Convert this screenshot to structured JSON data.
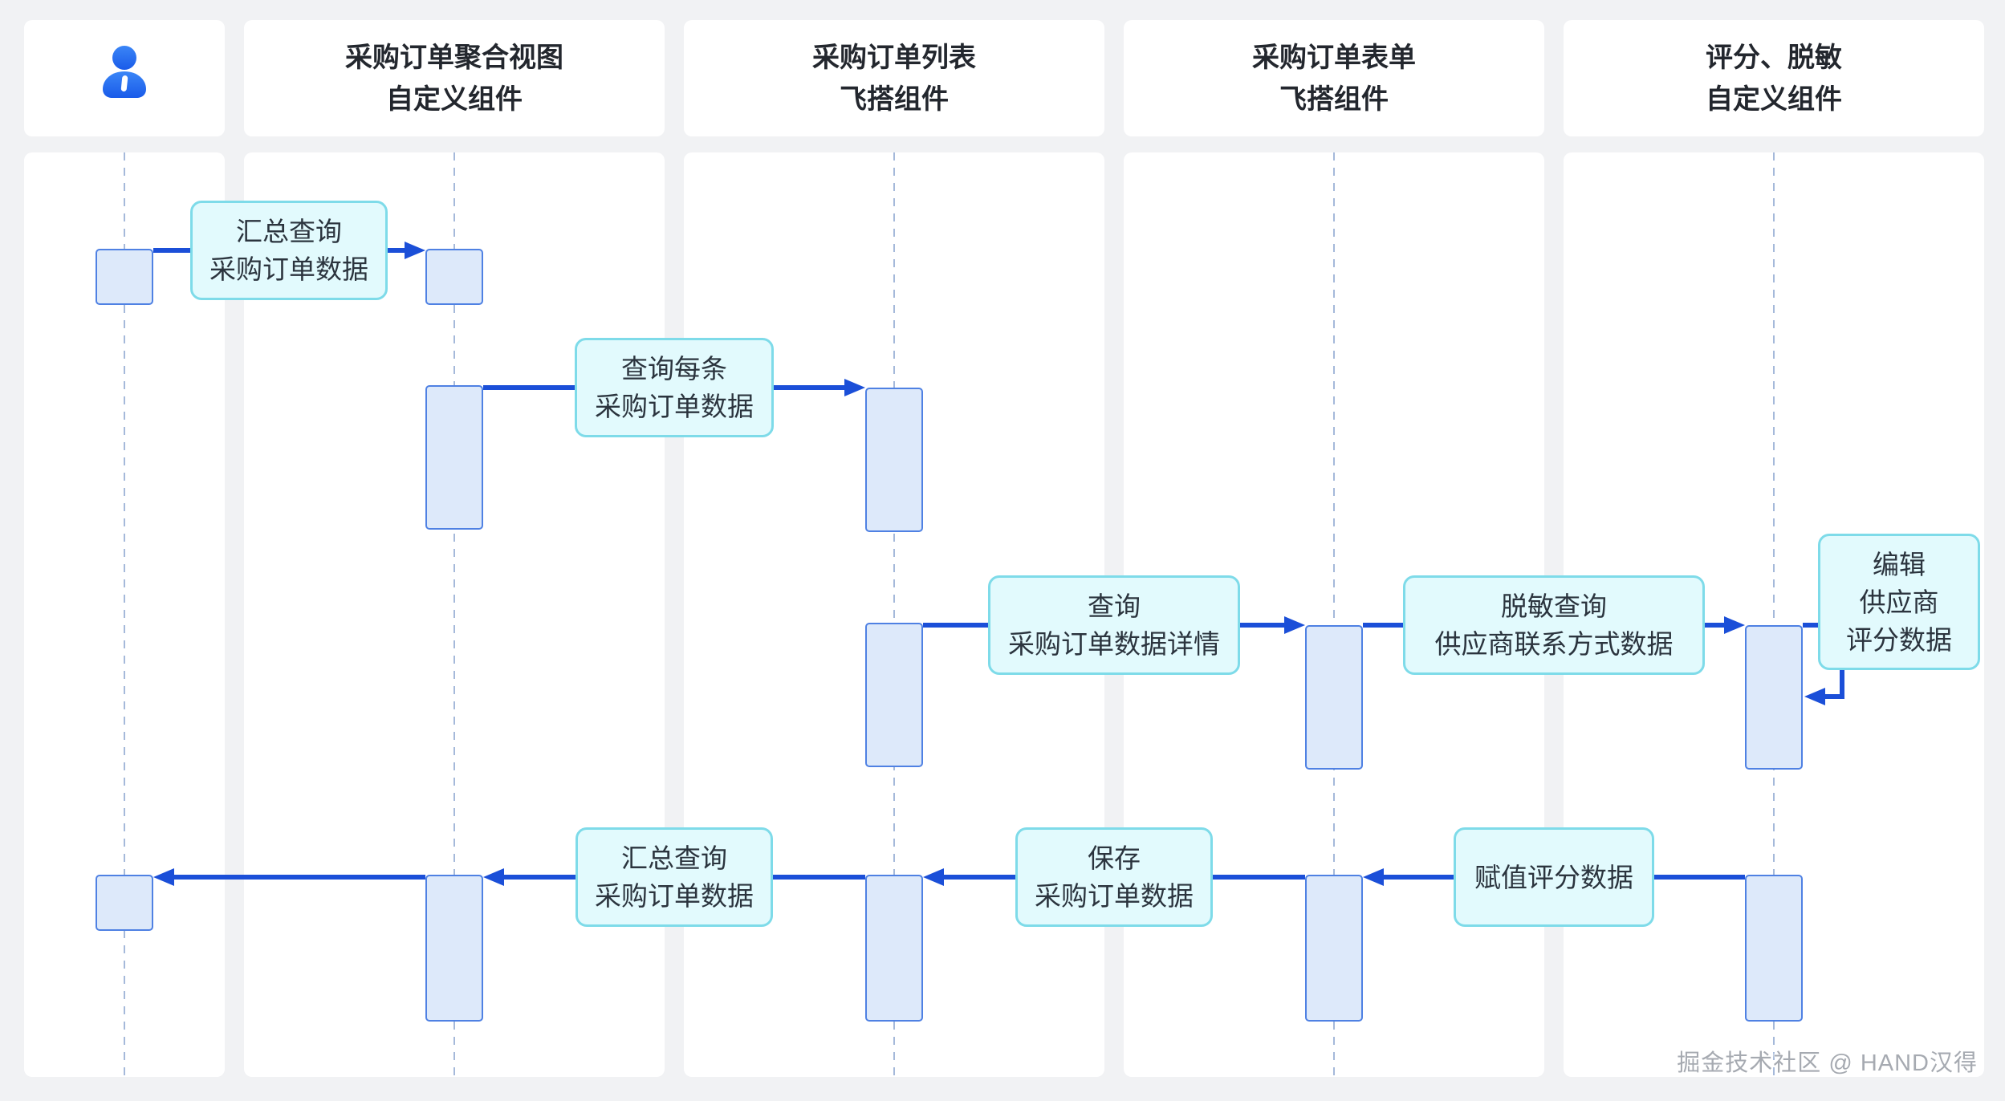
{
  "diagram": {
    "type": "sequence",
    "participants": [
      {
        "id": "user",
        "icon": "user-icon",
        "line1": "",
        "line2": ""
      },
      {
        "id": "po-aggregate-view",
        "line1": "采购订单聚合视图",
        "line2": "自定义组件"
      },
      {
        "id": "po-list",
        "line1": "采购订单列表",
        "line2": "飞搭组件"
      },
      {
        "id": "po-form",
        "line1": "采购订单表单",
        "line2": "飞搭组件"
      },
      {
        "id": "score-masking",
        "line1": "评分、脱敏",
        "line2": "自定义组件"
      }
    ],
    "messages": [
      {
        "from": "user",
        "to": "po-aggregate-view",
        "direction": "right",
        "line1": "汇总查询",
        "line2": "采购订单数据"
      },
      {
        "from": "po-aggregate-view",
        "to": "po-list",
        "direction": "right",
        "line1": "查询每条",
        "line2": "采购订单数据"
      },
      {
        "from": "po-list",
        "to": "po-form",
        "direction": "right",
        "line1": "查询",
        "line2": "采购订单数据详情"
      },
      {
        "from": "po-form",
        "to": "score-masking",
        "direction": "right",
        "line1": "脱敏查询",
        "line2": "供应商联系方式数据"
      },
      {
        "from": "score-masking",
        "to": "score-masking",
        "direction": "self",
        "line1": "编辑",
        "line2": "供应商",
        "line3": "评分数据"
      },
      {
        "from": "score-masking",
        "to": "po-form",
        "direction": "left",
        "line1": "赋值评分数据"
      },
      {
        "from": "po-form",
        "to": "po-list",
        "direction": "left",
        "line1": "保存",
        "line2": "采购订单数据"
      },
      {
        "from": "po-list",
        "to": "po-aggregate-view",
        "direction": "left",
        "line1": "汇总查询",
        "line2": "采购订单数据"
      },
      {
        "from": "po-aggregate-view",
        "to": "user",
        "direction": "left",
        "line1": ""
      }
    ]
  },
  "watermark": {
    "text": "掘金技术社区 @ HAND汉得"
  },
  "colors": {
    "page_bg": "#f1f2f4",
    "card_bg": "#ffffff",
    "lifeline": "#a5b9da",
    "act_bg": "#dde9fa",
    "act_border": "#4f81e3",
    "arrow_blue": "#1b4fd8",
    "label_bg": "#e2fafd",
    "label_border": "#7edbe9",
    "label_text": "#2b343e",
    "header_text": "#23272e",
    "watermark": "#a6aab1",
    "actor_blue_1": "#3b86f7",
    "actor_blue_2": "#1a5be9"
  }
}
